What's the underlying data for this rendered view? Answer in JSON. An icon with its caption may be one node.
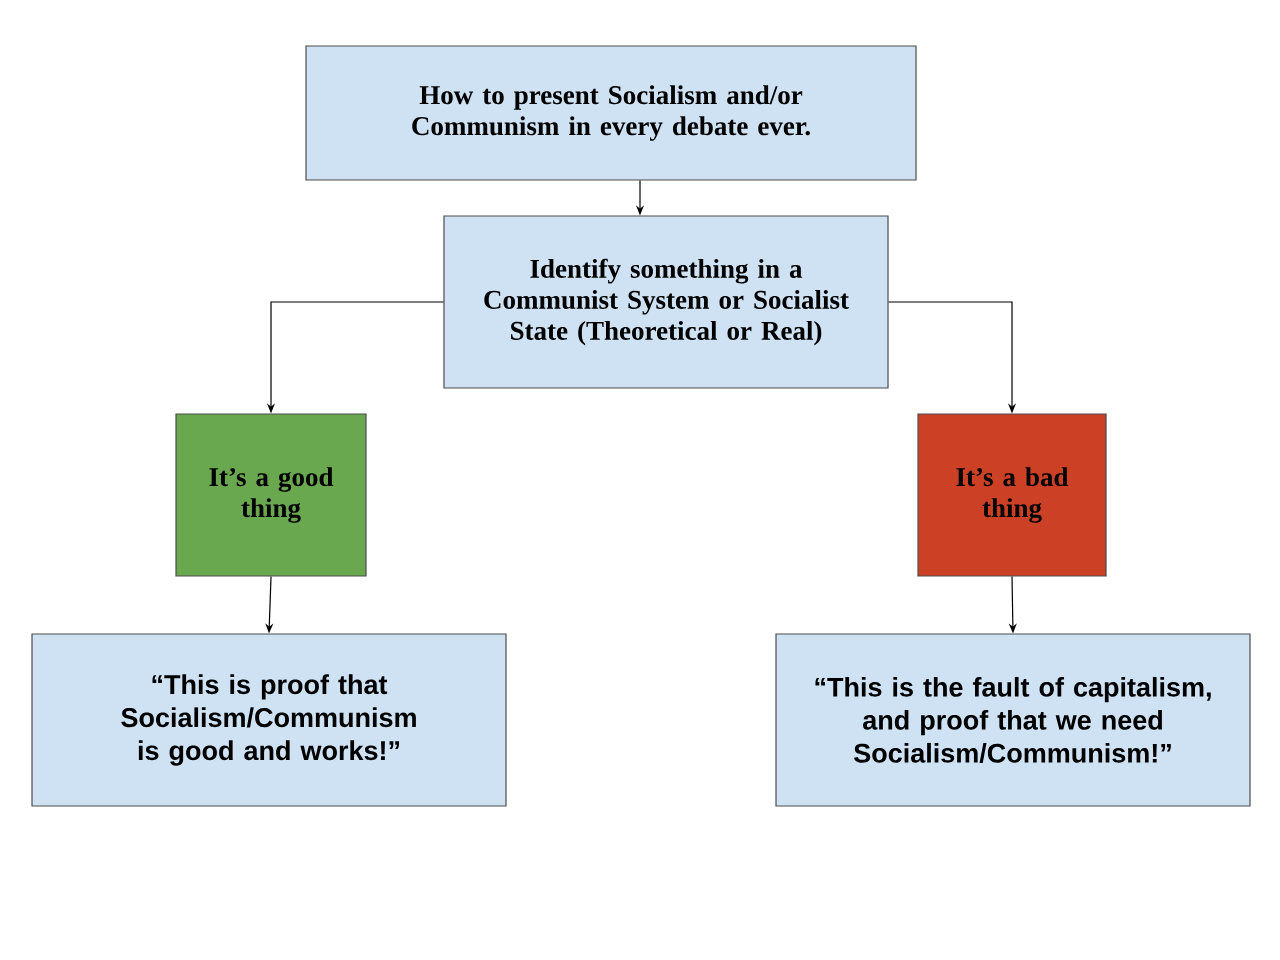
{
  "diagram": {
    "nodes": [
      {
        "text": [
          "How to present Socialism and/or Communism in every debate ever."
        ]
      },
      {
        "text": [
          "Identify something in a Communist System or Socialist State (Theoretical or Real)"
        ]
      },
      {
        "text": [
          "It’s a good thing"
        ]
      },
      {
        "text": [
          "It’s a bad thing"
        ]
      },
      {
        "text": [
          "“This is proof that Socialism/Communism is good and works!”"
        ]
      },
      {
        "text": [
          "“This is the fault of capitalism, and proof that we need Socialism/Communism!”"
        ]
      }
    ],
    "edges": [
      {
        "from": 0,
        "to": 1,
        "arrow": "to"
      },
      {
        "from": 1,
        "to": 2,
        "arrow": "to"
      },
      {
        "from": 1,
        "to": 3,
        "arrow": "to"
      },
      {
        "from": 2,
        "to": 4,
        "arrow": "to"
      },
      {
        "from": 3,
        "to": 5,
        "arrow": "to"
      }
    ]
  }
}
